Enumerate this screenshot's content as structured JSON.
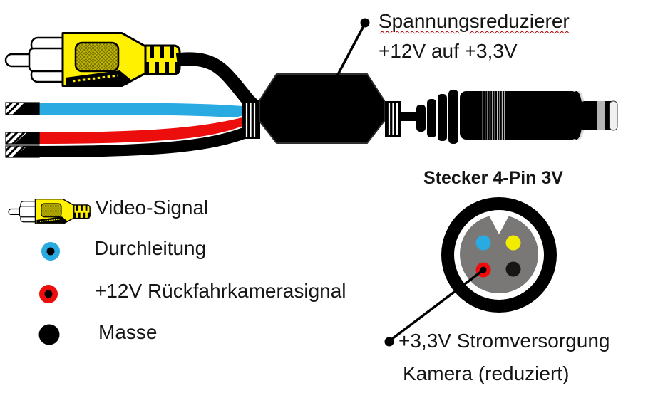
{
  "annotations": {
    "reducer_label_line1": "Spannungsreduzierer",
    "reducer_label_line2": "+12V auf +3,3V",
    "power_label_line1": "+3,3V Stromversorgung",
    "power_label_line2": "Kamera (reduziert)"
  },
  "pinout": {
    "title": "Stecker 4-Pin 3V",
    "pins": [
      {
        "position": "top-left",
        "name": "durchleitung",
        "color": "#29abe2"
      },
      {
        "position": "top-right",
        "name": "video-signal",
        "color": "#f2ec00"
      },
      {
        "position": "bottom-left",
        "name": "stromversorgung-3v3",
        "color": "#ee0c0c"
      },
      {
        "position": "bottom-right",
        "name": "masse",
        "color": "#161616"
      }
    ]
  },
  "legend": {
    "items": [
      {
        "swatch": "rca-plug-icon",
        "label": "Video-Signal"
      },
      {
        "swatch": "blue-dot",
        "label": "Durchleitung"
      },
      {
        "swatch": "red-dot",
        "label": "+12V Rückfahrkamerasignal"
      },
      {
        "swatch": "black-dot",
        "label": "Masse"
      }
    ]
  },
  "colors": {
    "wire_blue": "#29abe2",
    "wire_red": "#ec0d0d",
    "wire_black": "#000000",
    "rca_yellow": "#fff100",
    "connector_face_gray": "#7a7876",
    "spellcheck_underline": "#b00000"
  }
}
